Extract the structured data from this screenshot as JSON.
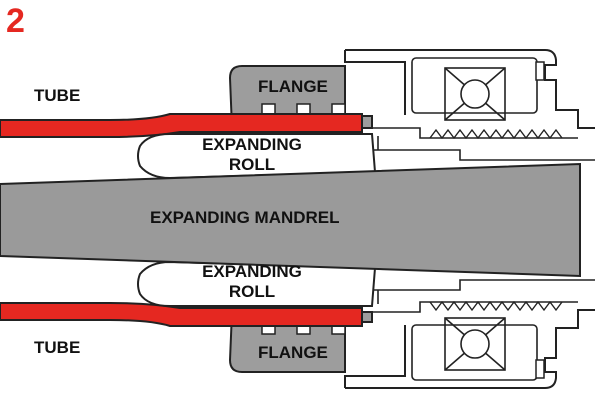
{
  "step_number": "2",
  "labels": {
    "tube_top": "TUBE",
    "tube_bottom": "TUBE",
    "flange_top": "FLANGE",
    "flange_bottom": "FLANGE",
    "roll_top_line1": "EXPANDING",
    "roll_top_line2": "ROLL",
    "roll_bottom_line1": "EXPANDING",
    "roll_bottom_line2": "ROLL",
    "mandrel": "EXPANDING MANDREL"
  },
  "colors": {
    "tube": "#e52821",
    "mandrel": "#9a9a9a",
    "flange": "#9d9d9d",
    "outline": "#222222",
    "step_number": "#e52821"
  }
}
